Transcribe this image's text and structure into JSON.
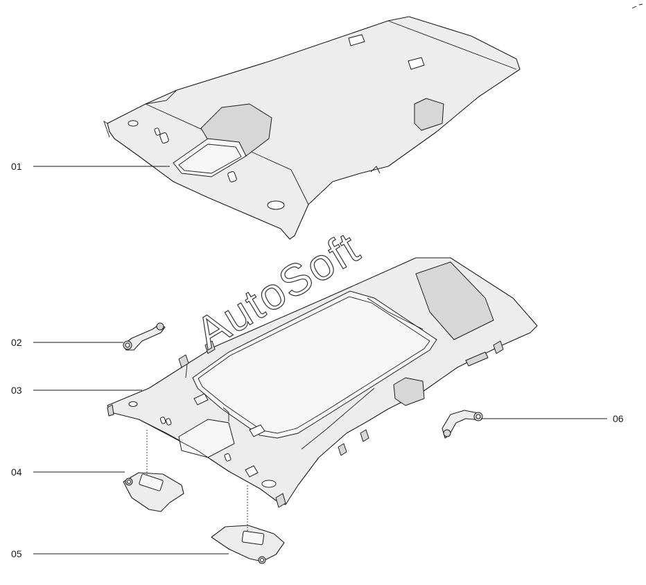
{
  "callouts": [
    {
      "id": "01",
      "label": "01"
    },
    {
      "id": "02",
      "label": "02"
    },
    {
      "id": "03",
      "label": "03"
    },
    {
      "id": "04",
      "label": "04"
    },
    {
      "id": "05",
      "label": "05"
    },
    {
      "id": "06",
      "label": "06"
    }
  ],
  "watermark": "AutoSoft"
}
